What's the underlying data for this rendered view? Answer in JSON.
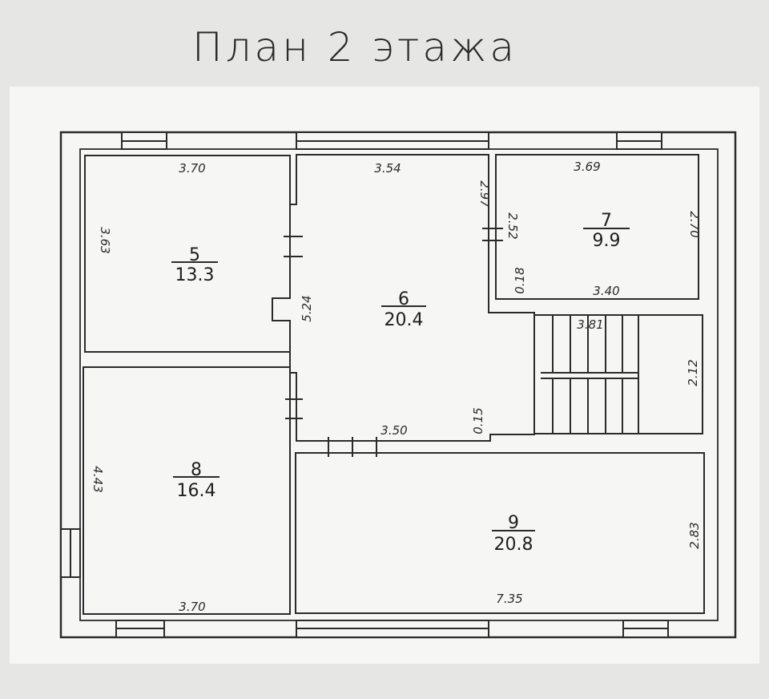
{
  "title": "План 2 этажа",
  "colors": {
    "paper": "#f6f6f5",
    "line": "#2b2b2b",
    "background": "#e6e6e4"
  },
  "rooms": [
    {
      "id": "5",
      "number": "5",
      "area": "13.3"
    },
    {
      "id": "6",
      "number": "6",
      "area": "20.4"
    },
    {
      "id": "7",
      "number": "7",
      "area": "9.9"
    },
    {
      "id": "8",
      "number": "8",
      "area": "16.4"
    },
    {
      "id": "9",
      "number": "9",
      "area": "20.8"
    }
  ],
  "dimensions": {
    "room5_width": "3.70",
    "room5_height": "3.63",
    "room6_width_top": "3.54",
    "room6_height": "5.24",
    "room6_width_bottom": "3.50",
    "room6_step": "0.15",
    "room6_notch": "2.97",
    "room7_width_top": "3.69",
    "room7_width_bottom": "3.40",
    "room7_height_right": "2.70",
    "room7_height_left": "2.52",
    "room7_notch": "0.18",
    "stair_width": "3.81",
    "stair_height": "2.12",
    "room8_height": "4.43",
    "room8_width": "3.70",
    "room9_width": "7.35",
    "room9_height": "2.83"
  }
}
